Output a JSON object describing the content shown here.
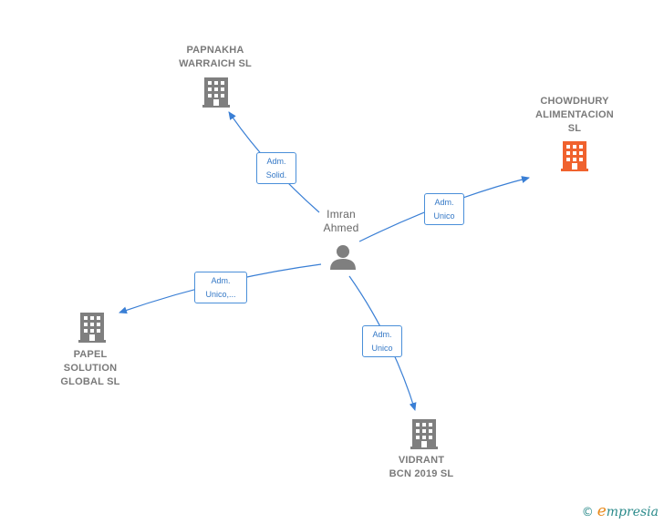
{
  "person": {
    "name": "Imran\nAhmed"
  },
  "companies": [
    {
      "id": "papnakha",
      "name": "PAPNAKHA\nWARRAICH  SL",
      "highlight": false
    },
    {
      "id": "chowdhury",
      "name": "CHOWDHURY\nALIMENTACION\nSL",
      "highlight": true
    },
    {
      "id": "papel",
      "name": "PAPEL\nSOLUTION\nGLOBAL SL",
      "highlight": false
    },
    {
      "id": "vidrant",
      "name": "VIDRANT\nBCN 2019  SL",
      "highlight": false
    }
  ],
  "relations": [
    {
      "target": "papnakha",
      "line1": "Adm.",
      "line2": "Solid."
    },
    {
      "target": "chowdhury",
      "line1": "Adm.",
      "line2": "Unico"
    },
    {
      "target": "papel",
      "line1": "Adm.",
      "line2": "Unico,..."
    },
    {
      "target": "vidrant",
      "line1": "Adm.",
      "line2": "Unico"
    }
  ],
  "colors": {
    "edge": "#3a7fd5",
    "building": "#7f7f7f",
    "building_highlight": "#f0622e",
    "person": "#7f7f7f"
  },
  "footer": {
    "copyright_symbol": "©",
    "brand_first": "e",
    "brand_rest": "mpresia"
  }
}
